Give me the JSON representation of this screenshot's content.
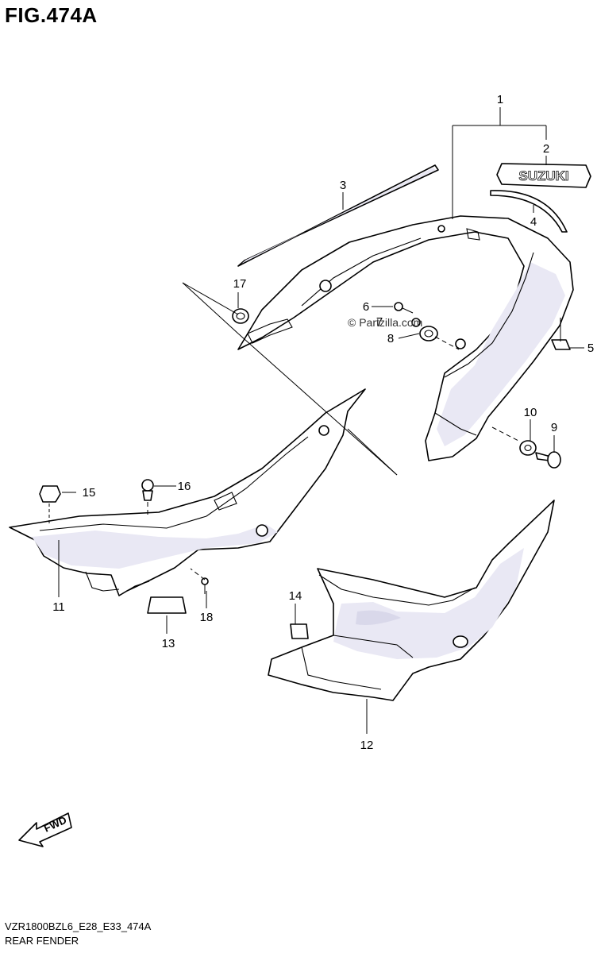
{
  "figure": {
    "title": "FIG.474A",
    "model_code": "VZR1800BZL6_E28_E33_474A",
    "caption": "REAR FENDER",
    "watermark": "© Partzilla.com",
    "brand_decal": "SUZUKI",
    "direction_arrow": "FWD"
  },
  "callouts": [
    {
      "id": "1",
      "label": "1"
    },
    {
      "id": "2",
      "label": "2"
    },
    {
      "id": "3",
      "label": "3"
    },
    {
      "id": "4",
      "label": "4"
    },
    {
      "id": "5",
      "label": "5"
    },
    {
      "id": "6",
      "label": "6"
    },
    {
      "id": "7",
      "label": "7"
    },
    {
      "id": "8",
      "label": "8"
    },
    {
      "id": "9",
      "label": "9"
    },
    {
      "id": "10",
      "label": "10"
    },
    {
      "id": "11",
      "label": "11"
    },
    {
      "id": "12",
      "label": "12"
    },
    {
      "id": "13",
      "label": "13"
    },
    {
      "id": "14",
      "label": "14"
    },
    {
      "id": "15",
      "label": "15"
    },
    {
      "id": "16",
      "label": "16"
    },
    {
      "id": "17",
      "label": "17"
    },
    {
      "id": "18",
      "label": "18"
    }
  ]
}
